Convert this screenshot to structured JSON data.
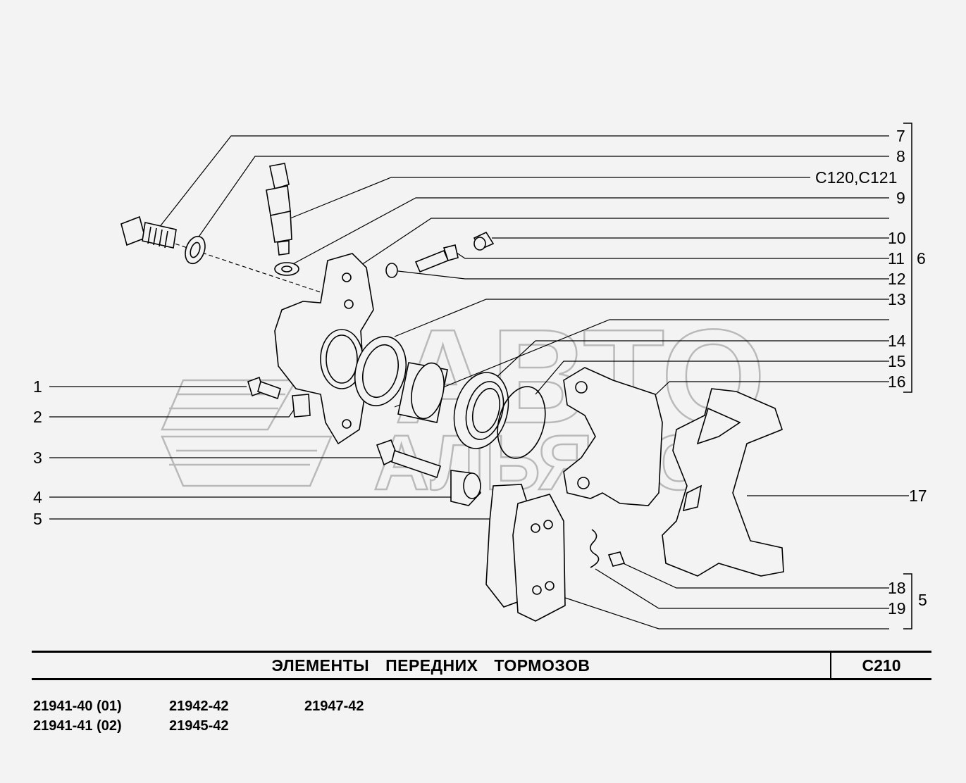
{
  "watermark": {
    "line1": "АВТО",
    "line2": "АЛЬЯНС"
  },
  "callouts": {
    "c1": "1",
    "c2": "2",
    "c3": "3",
    "c4": "4",
    "c5": "5",
    "c6": "6",
    "c7": "7",
    "c8": "8",
    "c_ref": "C120,C121",
    "c9": "9",
    "c10": "10",
    "c11": "11",
    "c12": "12",
    "c13": "13",
    "c14": "14",
    "c15": "15",
    "c16": "16",
    "c17": "17",
    "c18": "18",
    "c19": "19",
    "c5_group": "5"
  },
  "title_block": {
    "title": "ЭЛЕМЕНТЫ ПЕРЕДНИХ ТОРМОЗОВ",
    "code": "C210"
  },
  "models": {
    "m1": "21941-40 (01)",
    "m2": "21942-42",
    "m3": "21947-42",
    "m4": "21941-41 (02)",
    "m5": "21945-42"
  }
}
